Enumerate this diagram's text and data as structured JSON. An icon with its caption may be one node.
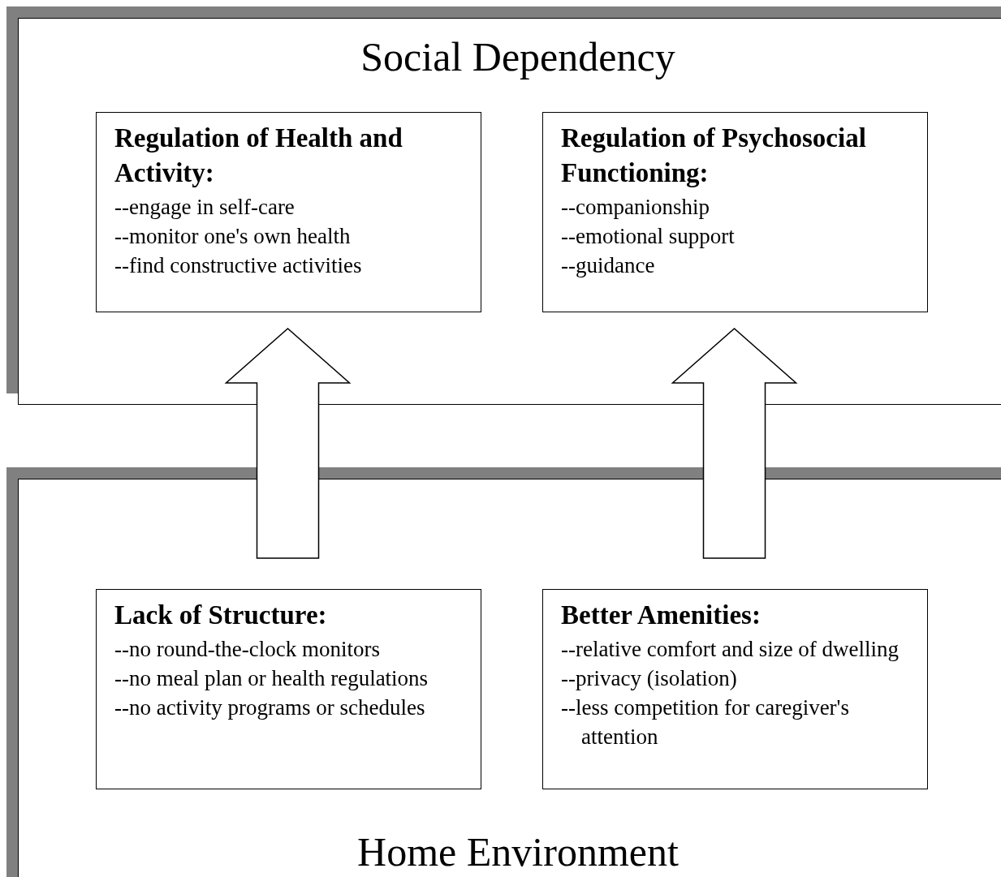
{
  "diagram": {
    "nodes": [
      {
        "text": [
          "Social Dependency"
        ]
      },
      {
        "text": [
          "Regulation of Health and Activity:",
          "--engage in self-care",
          "--monitor one's own health",
          "--find constructive activities"
        ],
        "in": 0
      },
      {
        "text": [
          "Regulation of Psychosocial Functioning:",
          "--companionship",
          "--emotional support",
          "--guidance"
        ],
        "in": 0
      },
      {
        "text": [
          "Home Environment"
        ]
      },
      {
        "text": [
          "Lack of Structure:",
          "--no round-the-clock monitors",
          "--no meal plan or health regulations",
          "--no activity programs or schedules"
        ],
        "in": 3
      },
      {
        "text": [
          "Better Amenities:",
          "--relative comfort and size of dwelling",
          "--privacy (isolation)",
          "--less competition for caregiver's attention"
        ],
        "in": 3
      }
    ],
    "edges": [
      {
        "from": 4,
        "to": 1,
        "arrow": "to",
        "style": "thick"
      },
      {
        "from": 5,
        "to": 2,
        "arrow": "to",
        "style": "thick"
      }
    ]
  }
}
